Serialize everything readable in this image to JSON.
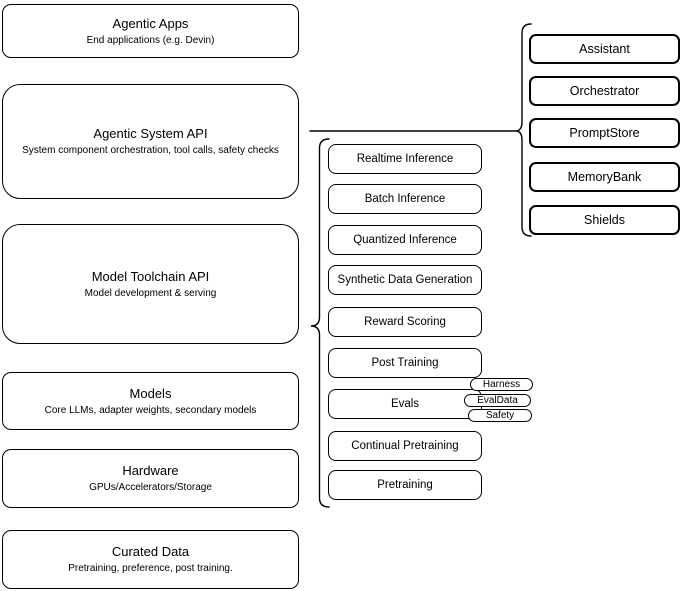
{
  "canvas": {
    "background": "#ffffff",
    "stroke_color": "#000000",
    "text_color": "#000000"
  },
  "stack_layers": [
    {
      "title": "Agentic Apps",
      "subtitle": "End applications (e.g. Devin)"
    },
    {
      "title": "Agentic System API",
      "subtitle": "System component orchestration, tool calls, safety checks"
    },
    {
      "title": "Model Toolchain API",
      "subtitle": "Model development & serving"
    },
    {
      "title": "Models",
      "subtitle": "Core LLMs, adapter weights, secondary models"
    },
    {
      "title": "Hardware",
      "subtitle": "GPUs/Accelerators/Storage"
    },
    {
      "title": "Curated Data",
      "subtitle": "Pretraining, preference, post training."
    }
  ],
  "toolchain": {
    "items": [
      "Realtime Inference",
      "Batch Inference",
      "Quantized Inference",
      "Synthetic Data Generation",
      "Reward Scoring",
      "Post Training",
      "Evals",
      "Continual Pretraining",
      "Pretraining"
    ]
  },
  "eval_tags": [
    "Harness",
    "EvalData",
    "Safety"
  ],
  "system_components": [
    "Assistant",
    "Orchestrator",
    "PromptStore",
    "MemoryBank",
    "Shields"
  ]
}
